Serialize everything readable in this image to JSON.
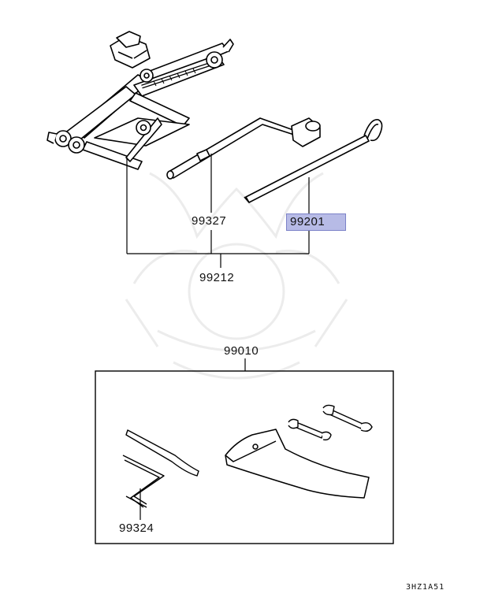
{
  "labels": {
    "jack_handle": "99327",
    "wheel_brace": "99201",
    "jack_assembly": "99212",
    "tool_kit": "99010",
    "jack_lever": "99324"
  },
  "highlight": {
    "color": "#b7bbe6",
    "border": "#7c82c8",
    "part": "99201"
  },
  "diagram_code": "3HZ1A51"
}
